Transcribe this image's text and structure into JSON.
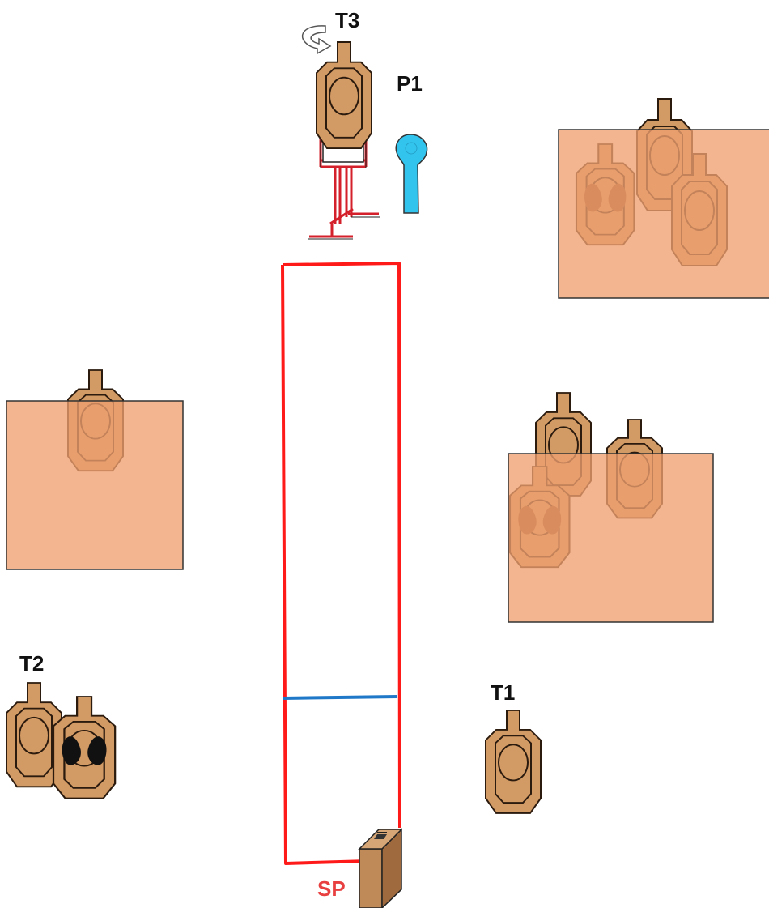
{
  "labels": {
    "t1": "T1",
    "t2": "T2",
    "t3": "T3",
    "p1": "P1",
    "sp": "SP"
  },
  "colors": {
    "target_fill": "#d29a64",
    "target_outline": "#2b1a0e",
    "hard_cover_fill": "#f0a070",
    "hard_cover_outline": "#333333",
    "fault_line": "#ff1a1a",
    "shooting_line": "#1f78c8",
    "popper": "#33c4ee",
    "stand_red": "#d4202a",
    "case_fill": "#b07a4a",
    "sp_label": "#e84040"
  },
  "legend_icons": [
    "paper-target-icon",
    "no-shoot-target-icon",
    "hard-cover-icon",
    "popper-icon",
    "swinger-arrow-icon",
    "briefcase-icon"
  ]
}
